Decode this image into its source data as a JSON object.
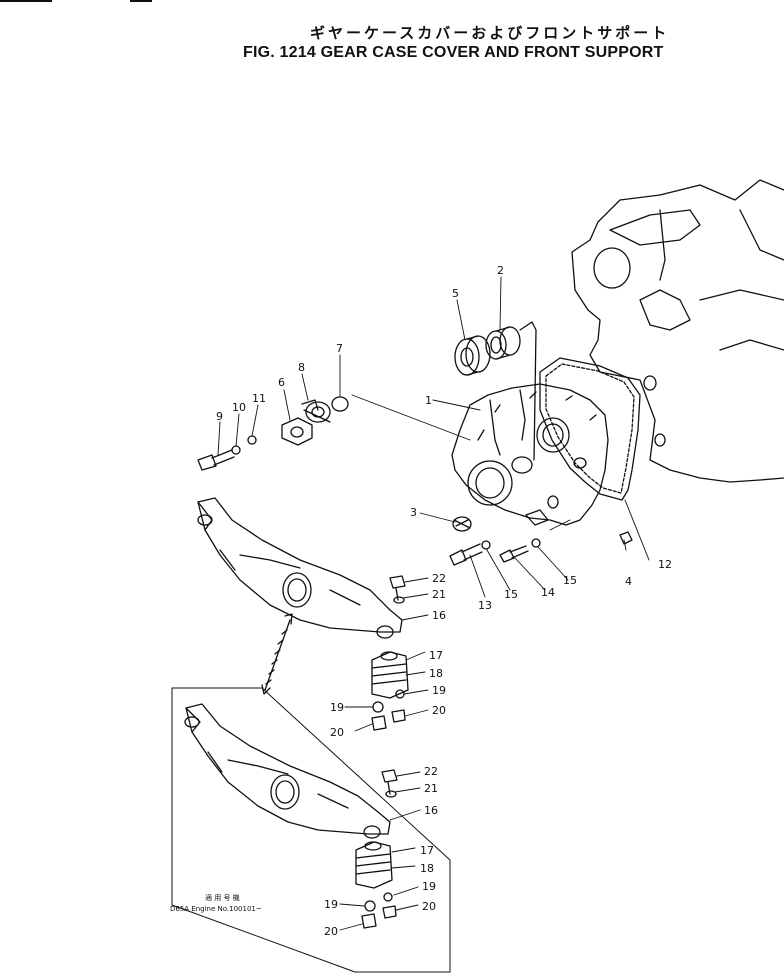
{
  "title_jp": "ギヤーケースカバーおよびフロントサポート",
  "title_en": "FIG. 1214  GEAR CASE COVER AND FRONT SUPPORT",
  "note_jp": "適 用 号 機",
  "note_en": "D65A  Engine  No.100101~",
  "callouts": {
    "c1": "1",
    "c2": "2",
    "c3": "3",
    "c4": "4",
    "c5": "5",
    "c6": "6",
    "c7": "7",
    "c8": "8",
    "c9": "9",
    "c10": "10",
    "c11": "11",
    "c12": "12",
    "c13": "13",
    "c14": "14",
    "c15a": "15",
    "c15b": "15",
    "c16a": "16",
    "c17a": "17",
    "c18a": "18",
    "c19a": "19",
    "c19b": "19",
    "c20a": "20",
    "c20b": "20",
    "c21a": "21",
    "c22a": "22",
    "c16b": "16",
    "c17b": "17",
    "c18b": "18",
    "c19c": "19",
    "c19d": "19",
    "c20c": "20",
    "c20d": "20",
    "c21b": "21",
    "c22b": "22"
  }
}
